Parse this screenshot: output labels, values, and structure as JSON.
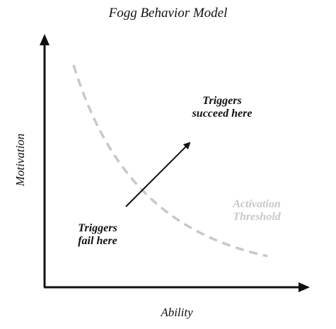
{
  "title": "Fogg Behavior Model",
  "axes": {
    "x_label": "Ability",
    "y_label": "Motivation"
  },
  "annotations": {
    "succeed_line1": "Triggers",
    "succeed_line2": "succeed here",
    "fail_line1": "Triggers",
    "fail_line2": "fail here",
    "threshold_line1": "Activation",
    "threshold_line2": "Threshold"
  },
  "colors": {
    "axis": "#111111",
    "threshold_curve": "#c8c8c8",
    "threshold_text": "#c8c8c8",
    "text": "#111111"
  }
}
